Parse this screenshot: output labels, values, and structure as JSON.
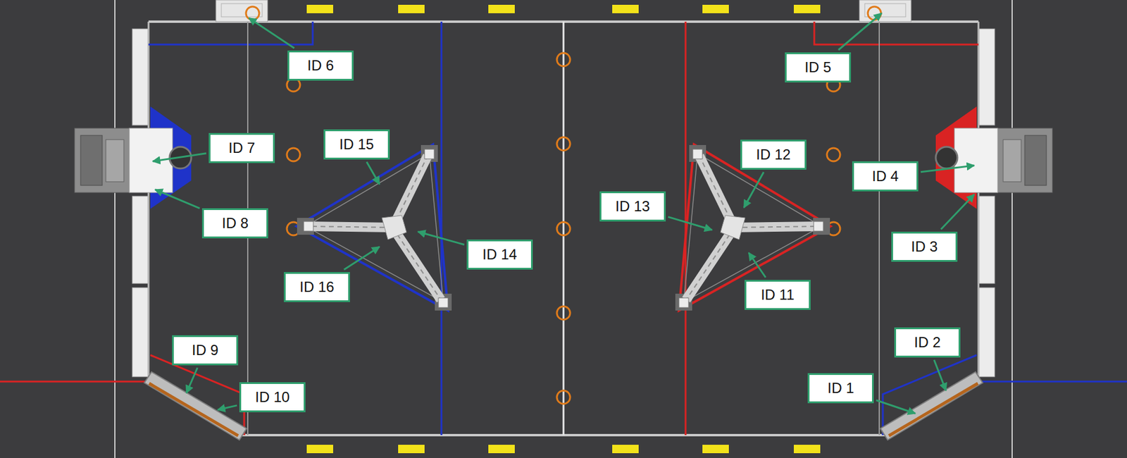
{
  "diagram": {
    "nodes": [
      {
        "text": [
          "ID 6"
        ]
      },
      {
        "text": [
          "ID 5"
        ]
      },
      {
        "text": [
          "ID 15"
        ]
      },
      {
        "text": [
          "ID 7"
        ]
      },
      {
        "text": [
          "ID 12"
        ]
      },
      {
        "text": [
          "ID 4"
        ]
      },
      {
        "text": [
          "ID 13"
        ]
      },
      {
        "text": [
          "ID 8"
        ]
      },
      {
        "text": [
          "ID 3"
        ]
      },
      {
        "text": [
          "ID 14"
        ]
      },
      {
        "text": [
          "ID 16"
        ]
      },
      {
        "text": [
          "ID 11"
        ]
      },
      {
        "text": [
          "ID 2"
        ]
      },
      {
        "text": [
          "ID 9"
        ]
      },
      {
        "text": [
          "ID 1"
        ]
      },
      {
        "text": [
          "ID 10"
        ]
      }
    ]
  }
}
